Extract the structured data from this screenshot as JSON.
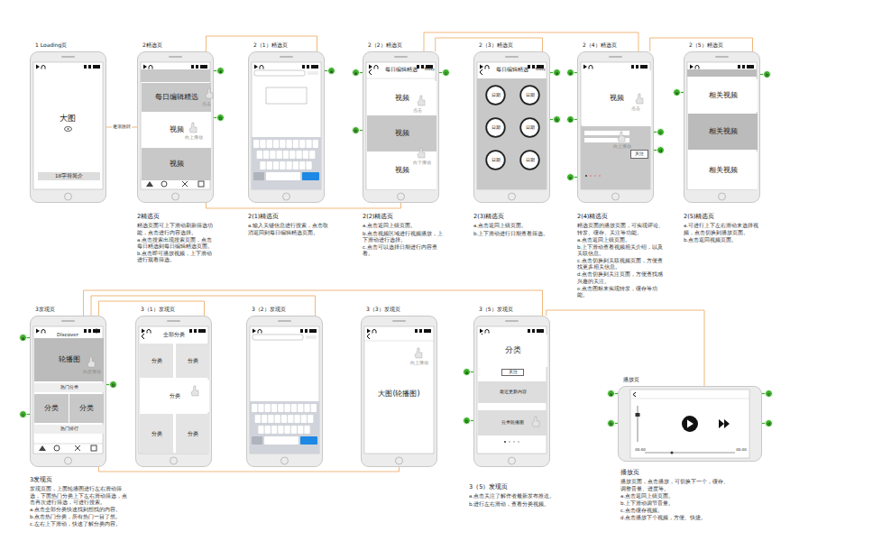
{
  "diagram": {
    "nodes": [
      {
        "text": [
          "1 Loading页"
        ]
      },
      {
        "text": [
          "18字符简介"
        ],
        "in": 0
      },
      {
        "text": [
          "2精选页"
        ]
      },
      {
        "text": [
          "每日编辑精选"
        ],
        "in": 2
      },
      {
        "text": [
          "视频"
        ],
        "in": 2
      },
      {
        "text": [
          "视频"
        ],
        "in": 2
      },
      {
        "text": [
          "2（1）精选页"
        ]
      },
      {
        "text": [
          "2（2）精选页"
        ]
      },
      {
        "text": [
          "视频"
        ],
        "in": 7
      },
      {
        "text": [
          "视频"
        ],
        "in": 7
      },
      {
        "text": [
          "视频"
        ],
        "in": 7
      },
      {
        "text": [
          "2（3）精选页"
        ]
      },
      {
        "text": [
          "日期"
        ],
        "in": 11
      },
      {
        "text": [
          "日期"
        ],
        "in": 11
      },
      {
        "text": [
          "日期"
        ],
        "in": 11
      },
      {
        "text": [
          "日期"
        ],
        "in": 11
      },
      {
        "text": [
          "日期"
        ],
        "in": 11
      },
      {
        "text": [
          "日期"
        ],
        "in": 11
      },
      {
        "text": [
          "2（4）精选页"
        ]
      },
      {
        "text": [
          "视频"
        ],
        "in": 18
      },
      {
        "text": [
          "关注"
        ],
        "in": 18
      },
      {
        "text": [
          "2（5）精选页"
        ]
      },
      {
        "text": [
          "相关视频"
        ],
        "in": 21
      },
      {
        "text": [
          "相关视频"
        ],
        "in": 21
      },
      {
        "text": [
          "相关视频"
        ],
        "in": 21
      },
      {
        "text": [
          "3发现页"
        ]
      },
      {
        "text": [
          "轮播图"
        ],
        "in": 25
      },
      {
        "text": [
          "热门分类"
        ],
        "in": 25
      },
      {
        "text": [
          "分类"
        ],
        "in": 25
      },
      {
        "text": [
          "分类"
        ],
        "in": 25
      },
      {
        "text": [
          "热门排行"
        ],
        "in": 25
      },
      {
        "text": [
          "3（1）发现页"
        ]
      },
      {
        "text": [
          "分类"
        ],
        "in": 31
      },
      {
        "text": [
          "分类"
        ],
        "in": 31
      },
      {
        "text": [
          "分类"
        ],
        "in": 31
      },
      {
        "text": [
          "分类"
        ],
        "in": 31
      },
      {
        "text": [
          "分类"
        ],
        "in": 31
      },
      {
        "text": [
          "3（2）发现页"
        ]
      },
      {
        "text": [
          "3（3）发现页"
        ]
      },
      {
        "text": [
          "3（5）发现页"
        ]
      },
      {
        "text": [
          "分类"
        ],
        "in": 39
      },
      {
        "text": [
          "关注"
        ],
        "in": 39
      },
      {
        "text": [
          "最近更新内容"
        ],
        "in": 39
      },
      {
        "text": [
          "分类轮播图"
        ],
        "in": 39
      },
      {
        "text": [
          "播放页"
        ]
      }
    ],
    "edges": [
      {
        "from": 0,
        "to": 2,
        "arrow": "none",
        "label": "逐渐跳转"
      },
      {
        "from": 2,
        "to": 6,
        "arrow": "none"
      },
      {
        "from": 2,
        "to": 7,
        "arrow": "none"
      },
      {
        "from": 7,
        "to": 11,
        "arrow": "none"
      },
      {
        "from": 7,
        "to": 18,
        "arrow": "none"
      },
      {
        "from": 18,
        "to": 21,
        "arrow": "none"
      },
      {
        "from": 25,
        "to": 31,
        "arrow": "none"
      },
      {
        "from": 25,
        "to": 37,
        "arrow": "none"
      },
      {
        "from": 25,
        "to": 38,
        "arrow": "none"
      },
      {
        "from": 25,
        "to": 39,
        "arrow": "none"
      },
      {
        "from": 39,
        "to": 44,
        "arrow": "none"
      }
    ],
    "labels": [
      "大图",
      "每日编辑精选",
      "Today",
      "每日编辑精选",
      "Today",
      "Discover",
      "全部分类",
      "大图(轮播图)",
      "00:00",
      "00:00",
      "点击",
      "向上滑动",
      "点击",
      "向下滑动",
      "点击",
      "向上滑动",
      "向左滑动",
      "向上滑动",
      "a",
      "b",
      "a",
      "a",
      "c",
      "b",
      "a",
      "b",
      "a",
      "b",
      "c",
      "d",
      "e",
      "a",
      "b",
      "a",
      "b",
      "c",
      "a",
      "b",
      "a",
      "c",
      "b",
      "d",
      "2精选页",
      "精选页面可上下滑动刷新筛选功能，点击进行内容选择。",
      "a.点击搜索出现搜索页面，点击每日精选到每日编辑精选页面。",
      "b.点击即可播放视频，上下滑动进行观看筛选。",
      "2(1)精选页",
      "a.输入关键信息进行搜索，点击取消返回到每日编辑精选页面。",
      "2(2)精选页",
      "a.点击返回上级页面。",
      "b.点击视频区域进行视频播放，上下滑动进行选择。",
      "c.点击可以选择日期进行内容查看。",
      "2(3)精选页",
      "a.点击返回上级页面。",
      "b.上下滑动进行日期查看筛选。",
      "2(4)精选页",
      "精选页面的播放页面，可实现评论、转发、缓存、关注等功能。",
      "a.点击返回上级页面。",
      "b.上下滑动查看视频相关介绍，以及关联信息。",
      "c.点击切换到关联视频页面，方便查找更多相关信息。",
      "d.点击切换到关注页面，方便查找感兴趣的关注。",
      "e.点击图标来实现转发，缓存等功能。",
      "2(5)精选页",
      "a.可进行上下左右滑动来选择视频，点击切换到播放页面。",
      "b.点击返回视频页面。",
      "3发现页",
      "发现页面，上面轮播图进行左右滑动筛选，下面热门分类上下左右滑动筛选，点击再次进行筛选，可进行搜索。",
      "a.点击全部分类快速找到想找的内容。",
      "b.点击热门分类，所有热门一目了然。",
      "c.左右上下滑动，快速了解分类内容。",
      "3（5）发现页",
      "a.点击关注了解作者最新发布推送。",
      "b.进行左右滑动，查看分类视频。",
      "播放页",
      "播放页面，点击播放，可切换下一个，缓存、调整音量、进度等。",
      "a.点击返回上级页面。",
      "b.上下滑动调节音量。",
      "c.点击缓存视频。",
      "d.点击播放下个视频，方便、快捷。"
    ]
  }
}
